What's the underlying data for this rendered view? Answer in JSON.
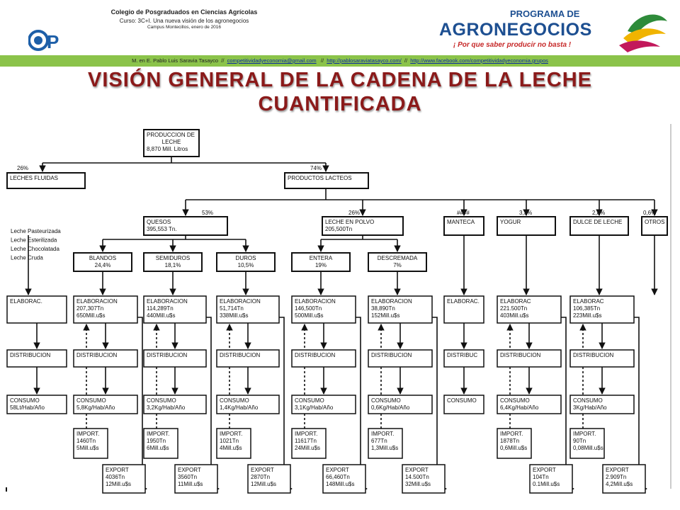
{
  "header": {
    "institution": "Colegio de Posgraduados en Ciencias Agrícolas",
    "course": "Curso: 3C+I. Una nueva visión de los agronegocios",
    "campus": "Campus Montecillos, enero de 2016",
    "logo_left_text": "CP",
    "logo_right": {
      "line1": "PROGRAMA DE",
      "line2": "AGRONEGOCIOS",
      "tagline": "¡ Por que saber producir no basta !"
    }
  },
  "contact_bar": {
    "author": "M. en E. Pablo Luis Saravia  Tasayco",
    "sep": "//",
    "email": "competitividadyeconomia@gmail.com",
    "site": "http://pablosaraviatasayco.com/",
    "facebook": "http://www.facebook.com/competitividadyeconomia.grupos"
  },
  "title": "VISIÓN GENERAL DE LA CADENA DE LA LECHE CUANTIFICADA",
  "diagram": {
    "root": {
      "lines": [
        "PRODUCCION DE",
        "LECHE",
        "8,870 Mill. Litros"
      ]
    },
    "percents": {
      "fluidas": "26%",
      "lacteos": "74%",
      "quesos": "53%",
      "polvo": "26%",
      "manteca": "####",
      "yogur": "3,3%",
      "dulce": "2,8%",
      "otros": "0,6%"
    },
    "fluidas": {
      "label": "LECHES FLUIDAS",
      "types": [
        "Leche Pasteurizada",
        "Leche Esterilizada",
        "Leche Chocolatada",
        "Leche Cruda"
      ]
    },
    "lacteos": {
      "label": "PRODUCTOS LACTEOS"
    },
    "quesos": {
      "lines": [
        "QUESOS",
        "395,553 Tn."
      ]
    },
    "polvo": {
      "lines": [
        "LECHE EN POLVO",
        "205,500Tn"
      ]
    },
    "manteca": {
      "label": "MANTECA"
    },
    "yogur": {
      "label": "YOGUR"
    },
    "dulce": {
      "label": "DULCE DE LECHE"
    },
    "otros": {
      "label": "OTROS"
    },
    "subtypes": {
      "blandos": {
        "lines": [
          "BLANDOS",
          "24,4%"
        ]
      },
      "semiduros": {
        "lines": [
          "SEMIDUROS",
          "18,1%"
        ]
      },
      "duros": {
        "lines": [
          "DUROS",
          "10,5%"
        ]
      },
      "entera": {
        "lines": [
          "ENTERA",
          "19%"
        ]
      },
      "descremada": {
        "lines": [
          "DESCREMADA",
          "7%"
        ]
      }
    },
    "elaboracion": [
      {
        "lines": [
          "ELABORAC."
        ]
      },
      {
        "lines": [
          "ELABORACION",
          "207,307Tn",
          "650Mill.u$s"
        ]
      },
      {
        "lines": [
          "ELABORACION",
          "114,289Tn",
          "440Mill.u$s"
        ]
      },
      {
        "lines": [
          "ELABORACION",
          "51,714Tn",
          "338Mill.u$s"
        ]
      },
      {
        "lines": [
          "ELABORACION",
          "146,500Tn",
          "500Mill.u$s"
        ]
      },
      {
        "lines": [
          "ELABORACION",
          "38,890Tn",
          "152Mill.u$s"
        ]
      },
      {
        "lines": [
          "ELABORAC."
        ]
      },
      {
        "lines": [
          "ELABORAC",
          "221.500Tn",
          "403Mill.u$s"
        ]
      },
      {
        "lines": [
          "ELABORAC",
          "106,385Tn",
          "223Mill.u$s"
        ]
      }
    ],
    "distribucion": [
      "DISTRIBUCION",
      "DISTRIBUCION",
      "DISTRIBUCION",
      "DISTRIBUCION",
      "DISTRIBUCION",
      "DISTRIBUCION",
      "DISTRIBUC",
      "DISTRIBUCION",
      "DISTRIBUCION"
    ],
    "consumo": [
      {
        "lines": [
          "CONSUMO",
          "58Lt/Hab/Año"
        ]
      },
      {
        "lines": [
          "CONSUMO",
          "5,8Kg/Hab/Año"
        ]
      },
      {
        "lines": [
          "CONSUMO",
          "3,2Kg/Hab/Año"
        ]
      },
      {
        "lines": [
          "CONSUMO",
          "1,4Kg/Hab/Año"
        ]
      },
      {
        "lines": [
          "CONSUMO",
          "3,1Kg/Hab/Año"
        ]
      },
      {
        "lines": [
          "CONSUMO",
          "0,6Kg/Hab/Año"
        ]
      },
      {
        "lines": [
          "CONSUMO"
        ]
      },
      {
        "lines": [
          "CONSUMO",
          "6,4Kg/Hab/Año"
        ]
      },
      {
        "lines": [
          "CONSUMO",
          "3Kg/Hab/Año"
        ]
      }
    ],
    "importaciones": [
      {
        "lines": [
          "IMPORT.",
          "1460Tn",
          "5Mill.u$s"
        ]
      },
      {
        "lines": [
          "IMPORT.",
          "1950Tn",
          "6Mill.u$s"
        ]
      },
      {
        "lines": [
          "IMPORT.",
          "1021Tn",
          "4Mill.u$s"
        ]
      },
      {
        "lines": [
          "IMPORT.",
          "11617Tn",
          "24Mill.u$s"
        ]
      },
      {
        "lines": [
          "IMPORT.",
          "677Tn",
          "1,3Mill.u$s"
        ]
      },
      {
        "lines": [
          "IMPORT.",
          "1878Tn",
          "0,6Mill.u$s"
        ]
      },
      {
        "lines": [
          "IMPORT.",
          "90Tn",
          "0,08Mill.u$s"
        ]
      }
    ],
    "exportaciones": [
      {
        "lines": [
          "EXPORT",
          "4036Tn",
          "12Mill.u$s"
        ]
      },
      {
        "lines": [
          "EXPORT",
          "3560Tn",
          "11Mill.u$s"
        ]
      },
      {
        "lines": [
          "EXPORT",
          "2870Tn",
          "12Mill.u$s"
        ]
      },
      {
        "lines": [
          "EXPORT",
          "66,460Tn",
          "148Mill.u$s"
        ]
      },
      {
        "lines": [
          "EXPORT",
          "14.500Tn",
          "32Mill.u$s"
        ]
      },
      {
        "lines": [
          "EXPORT",
          "104Tn",
          "0.1Mill.u$s"
        ]
      },
      {
        "lines": [
          "EXPORT",
          "2.909Tn",
          "4,2Mill.u$s"
        ]
      }
    ]
  }
}
